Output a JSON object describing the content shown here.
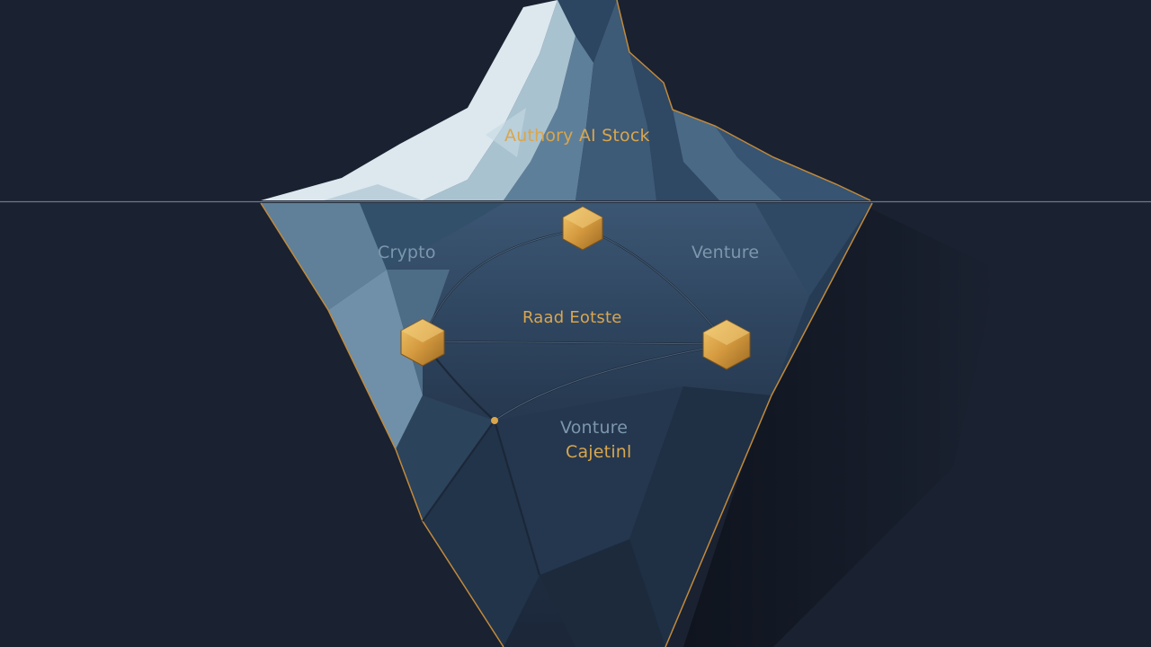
{
  "labels": {
    "above_water": "Authory AI Stock",
    "crypto": "Crypto",
    "venture": "Venture",
    "real_estate": "Raad Eotste",
    "venture_capital_line1": "Vonture",
    "venture_capital_line2": "Cajetinl"
  },
  "colors": {
    "background": "#1a2130",
    "gold_accent": "#d9a64e",
    "steel_text": "#7c97ad",
    "ice_light": "#e6f0f3",
    "ice_dark": "#2a3d55"
  },
  "icons": [
    "gold-hexagon-node",
    "gold-hexagon-node",
    "gold-hexagon-node",
    "gold-dot-node"
  ]
}
